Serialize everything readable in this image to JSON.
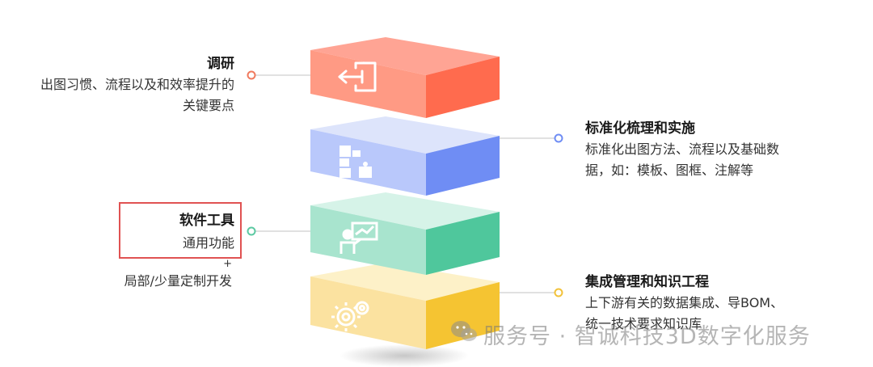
{
  "layers": [
    {
      "id": "research",
      "title": "调研",
      "desc_lines": [
        "出图习惯、流程以及和效率提升的",
        "关键要点"
      ],
      "side": "left",
      "top": "#ffa494",
      "left": "#ff9a84",
      "right": "#ff6b4e",
      "dot": "#f07a5e",
      "icon": "login-icon"
    },
    {
      "id": "standard",
      "title": "标准化梳理和实施",
      "desc_lines": [
        "标准化出图方法、流程以及基础数",
        "据，如：模板、图框、注解等"
      ],
      "side": "right",
      "top": "#dde4fb",
      "left": "#b9c8fb",
      "right": "#6f8df4",
      "dot": "#6f8df4",
      "icon": "puzzle-icon"
    },
    {
      "id": "software",
      "title": "软件工具",
      "desc_lines": [
        "通用功能"
      ],
      "extra_lines": [
        "+",
        "局部/少量定制开发"
      ],
      "side": "left",
      "top": "#d6f3e8",
      "left": "#a8e4ce",
      "right": "#4fc79c",
      "dot": "#5cc9a2",
      "icon": "presenter-icon",
      "highlighted": true
    },
    {
      "id": "integration",
      "title": "集成管理和知识工程",
      "desc_lines": [
        "上下游有关的数据集成、导BOM、",
        "统一技术要求知识库"
      ],
      "side": "right",
      "top": "#fdf1c8",
      "left": "#fbe2a0",
      "right": "#f5c432",
      "dot": "#f2c23a",
      "icon": "gears-icon"
    }
  ],
  "watermark": {
    "text": "服务号 · 智诚科技3D数字化服务",
    "icon": "wechat-icon"
  }
}
